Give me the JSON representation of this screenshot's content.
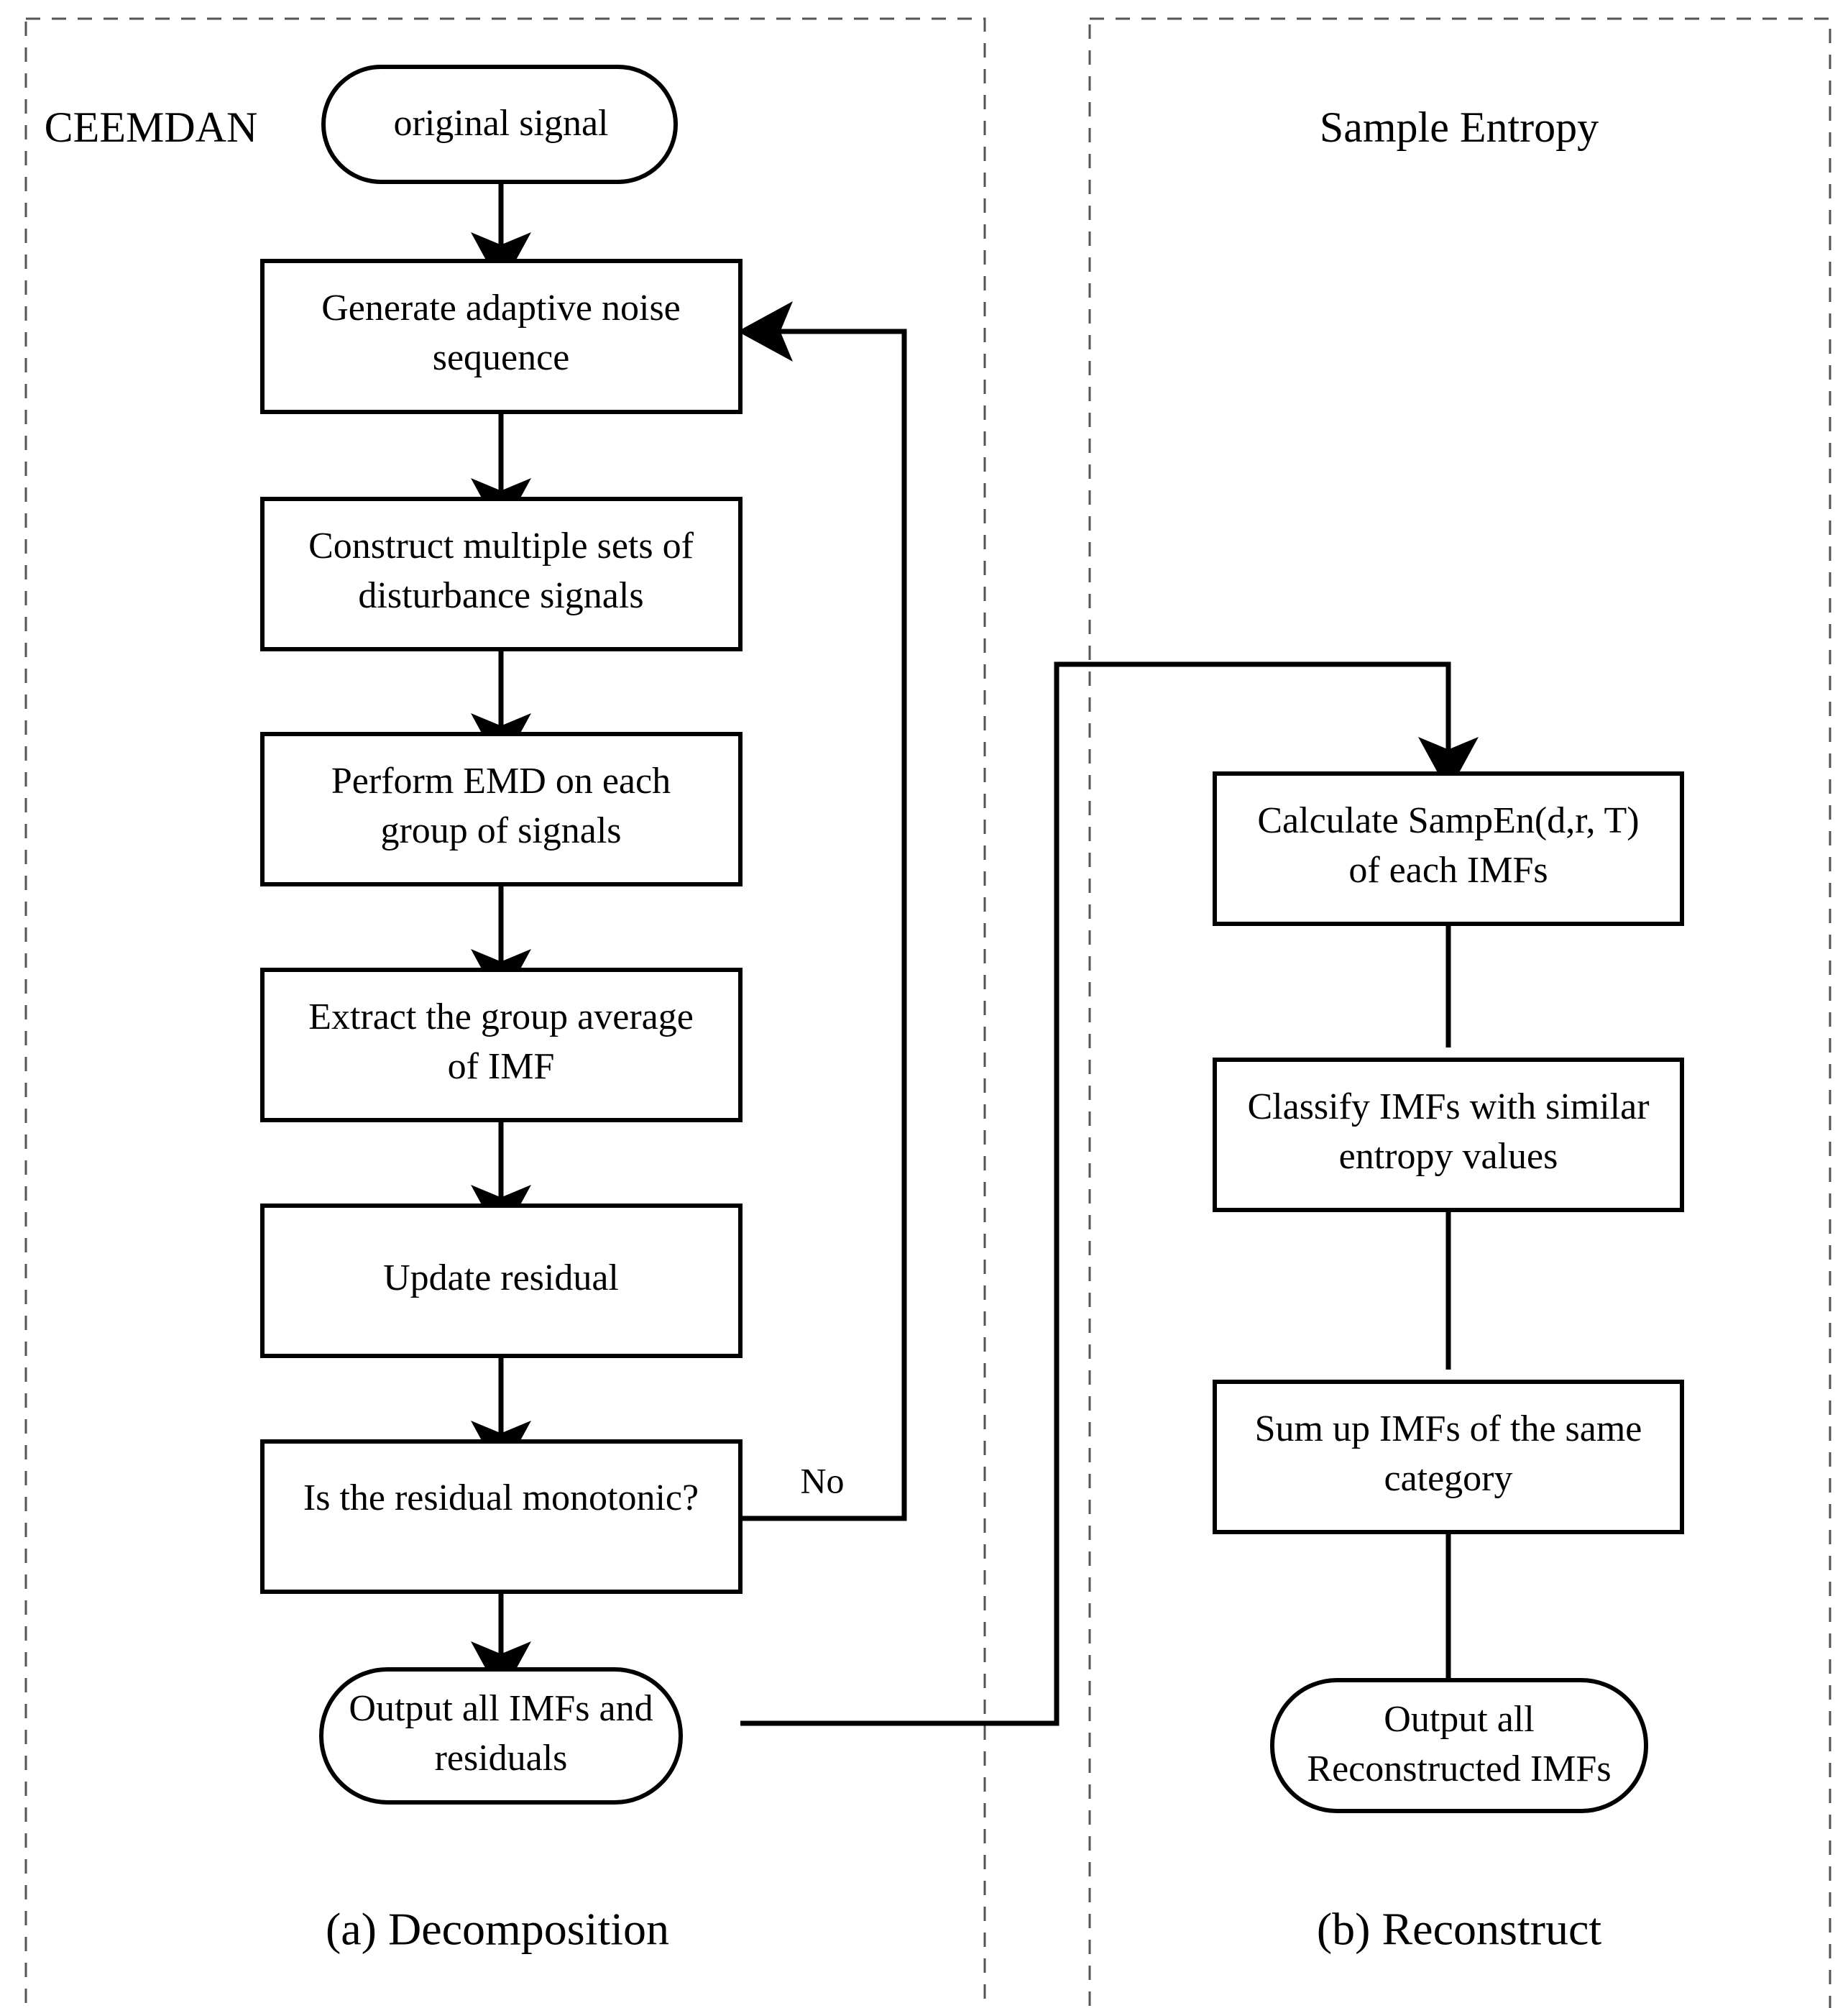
{
  "figure": {
    "panels": [
      {
        "id": "decomposition",
        "title": "CEEMDAN",
        "caption": "(a) Decomposition",
        "nodes": [
          {
            "id": "original-signal",
            "shape": "terminator",
            "lines": [
              "original signal"
            ]
          },
          {
            "id": "generate-noise",
            "shape": "process",
            "lines": [
              "Generate adaptive noise",
              "sequence"
            ]
          },
          {
            "id": "construct-sets",
            "shape": "process",
            "lines": [
              "Construct multiple sets of",
              "disturbance signals"
            ]
          },
          {
            "id": "perform-emd",
            "shape": "process",
            "lines": [
              "Perform EMD  on each",
              "group of signals"
            ]
          },
          {
            "id": "extract-average",
            "shape": "process",
            "lines": [
              "Extract the group average",
              "of IMF"
            ]
          },
          {
            "id": "update-residual",
            "shape": "process",
            "lines": [
              "Update residual"
            ]
          },
          {
            "id": "is-monotonic",
            "shape": "decision",
            "lines": [
              "Is the residual monotonic?"
            ]
          },
          {
            "id": "output-imfs",
            "shape": "terminator",
            "lines": [
              "Output all IMFs and",
              "residuals"
            ]
          }
        ],
        "edge_labels": [
          {
            "id": "no-branch",
            "text": "No"
          }
        ]
      },
      {
        "id": "reconstruct",
        "title": "Sample Entropy",
        "caption": "(b) Reconstruct",
        "nodes": [
          {
            "id": "calculate-sampen",
            "shape": "process",
            "lines": [
              "Calculate SampEn(d,r, T)",
              "of each IMFs"
            ]
          },
          {
            "id": "classify-imfs",
            "shape": "process",
            "lines": [
              "Classify IMFs with similar",
              "entropy values"
            ]
          },
          {
            "id": "sum-imfs",
            "shape": "process",
            "lines": [
              "Sum up IMFs of the same",
              "category"
            ]
          },
          {
            "id": "output-reconstructed",
            "shape": "terminator",
            "lines": [
              "Output all",
              "Reconstructed IMFs"
            ]
          }
        ],
        "edge_labels": []
      }
    ],
    "colors": {
      "stroke": "#000000",
      "fill": "#ffffff",
      "panel_border": "#555555",
      "background": "#ffffff"
    }
  }
}
